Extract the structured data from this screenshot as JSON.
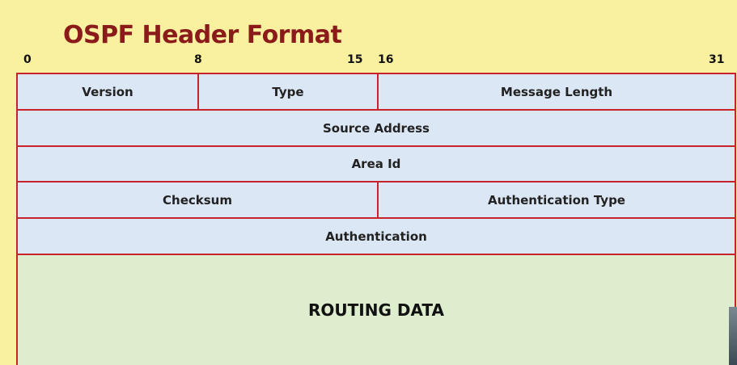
{
  "title": "OSPF Header Format",
  "bit_labels": [
    "0",
    "8",
    "15",
    "16",
    "31"
  ],
  "rows": [
    [
      "Version",
      "Type",
      "Message Length"
    ],
    [
      "Source Address"
    ],
    [
      "Area Id"
    ],
    [
      "Checksum",
      "Authentication Type"
    ],
    [
      "Authentication"
    ]
  ],
  "routing_data": "ROUTING DATA",
  "colors": {
    "background": "#faf1a0",
    "title": "#8b1a1a",
    "border": "#c8232c",
    "header_cell": "#dbe7f4",
    "data_cell": "#dfedcf"
  }
}
